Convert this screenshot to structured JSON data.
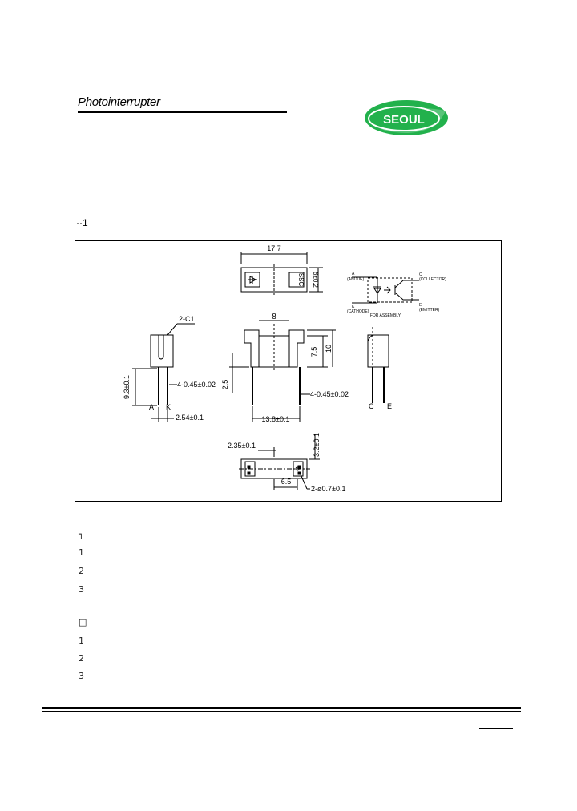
{
  "header": {
    "title": "Photointerrupter",
    "logo_text": "SEOUL"
  },
  "colors": {
    "logo_green": "#22b14c",
    "logo_text": "#ffffff"
  },
  "section1": {
    "mark": "··1"
  },
  "drawing": {
    "dims": {
      "width_top": "17.7",
      "height_side": "6±0.2",
      "width_8": "8",
      "height_75": "7.5",
      "height_10": "10",
      "lead_25": "2.5",
      "lead_spec_center": "4-0.45±0.02",
      "base_width": "13.8±0.1",
      "chamfer": "2-C1",
      "lead_len": "9.3±0.1",
      "lead_spec_left": "4-0.45±0.02",
      "pitch": "2.54±0.1",
      "hole_offset": "2.35±0.1",
      "bottom_height": "3.2±0.1",
      "hole_spacing": "6.5",
      "holes": "2-ø0.7±0.1"
    },
    "labels": {
      "marking": "SSC",
      "pin_a": "A",
      "pin_k": "K",
      "pin_c": "C",
      "pin_e": "E"
    },
    "schematic": {
      "a": "A",
      "k": "K",
      "c": "C",
      "e": "E",
      "a_note": "(ANODE)",
      "k_note": "(CATHODE)",
      "c_note": "(COLLECTOR)",
      "e_note": "(EMITTER)",
      "caption": "FOR ASSEMBLY"
    }
  },
  "list_marks": {
    "group1": [
      "┐",
      "1",
      "2",
      "3"
    ],
    "group2": [
      "□",
      "1",
      "2",
      "3"
    ]
  }
}
